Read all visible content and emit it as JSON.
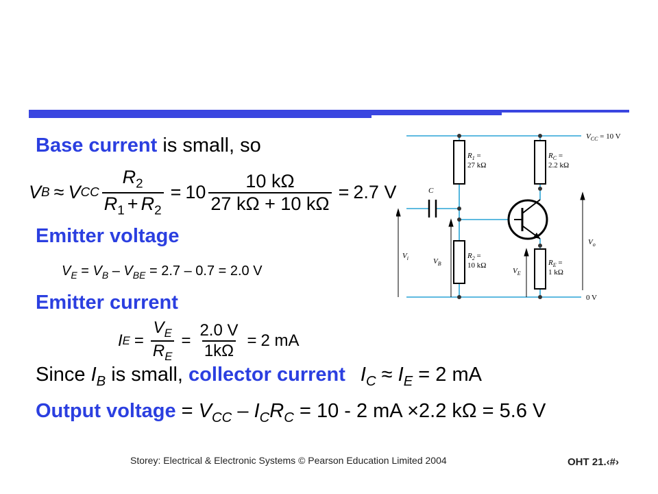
{
  "heading1": {
    "a": "Base current",
    "b": " is small, so"
  },
  "eq_vb": {
    "lhs": "V",
    "lhs_sub": "B",
    "approx": "≈",
    "vcc": "V",
    "vcc_sub": "CC",
    "r_num": "R",
    "r_num_sub": "2",
    "r_den_a": "R",
    "r_den_a_sub": "1",
    "r_den_plus": "+",
    "r_den_b": "R",
    "r_den_b_sub": "2",
    "eq1": "=",
    "ten": "10",
    "n_num": "10 kΩ",
    "n_den": "27 kΩ + 10 kΩ",
    "eq2": "=",
    "result": "2.7 V"
  },
  "heading2": "Emitter voltage",
  "ve_line": {
    "ve": "V",
    "ve_sub": "E",
    "eq": " = ",
    "vb": "V",
    "vb_sub": "B",
    "minus": " – ",
    "vbe": "V",
    "vbe_sub": "BE",
    "rest": " = 2.7 – 0.7 = 2.0 V"
  },
  "heading3": "Emitter current",
  "eq_ie": {
    "lhs": "I",
    "lhs_sub": "E",
    "eq1": "=",
    "n1": "V",
    "n1_sub": "E",
    "d1": "R",
    "d1_sub": "E",
    "eq2": "=",
    "n2": "2.0 V",
    "d2": "1kΩ",
    "eq3": "=",
    "result": "2 mA"
  },
  "since_line": {
    "a": "Since ",
    "ib": "I",
    "ib_sub": "B",
    "b": " is small, ",
    "c": "collector current",
    "ic": "I",
    "ic_sub": "C",
    "approx": " ≈ ",
    "ie": "I",
    "ie_sub": "E",
    "d": " = 2 mA"
  },
  "output_line": {
    "a": "Output voltage",
    "b": " = ",
    "vcc": "V",
    "vcc_sub": "CC",
    "minus": " – ",
    "ic": "I",
    "ic_sub": "C",
    "rc": "R",
    "rc_sub": "C",
    "c": " = 10 - 2 mA ×2.2 kΩ = 5.6 V"
  },
  "circuit": {
    "vcc_label": "V",
    "vcc_sub": "CC",
    "vcc_val": " = 10 V",
    "zero_label": "0 V",
    "r1": "R",
    "r1_sub": "1",
    "r1_eq": " =",
    "r1_val": "27 kΩ",
    "r2": "R",
    "r2_sub": "2",
    "r2_eq": " =",
    "r2_val": "10 kΩ",
    "rc": "R",
    "rc_sub": "C",
    "rc_eq": " =",
    "rc_val": "2.2 kΩ",
    "re": "R",
    "re_sub": "E",
    "re_eq": " =",
    "re_val": "1 kΩ",
    "c": "C",
    "vi": "V",
    "vi_sub": "i",
    "vb": "V",
    "vb_sub": "B",
    "ve": "V",
    "ve_sub": "E",
    "vo": "V",
    "vo_sub": "o"
  },
  "footer": {
    "text": "Storey: Electrical & Electronic Systems © Pearson Education Limited 2004",
    "oht": "OHT 21.‹#›"
  },
  "colors": {
    "accent": "#2b3fe0",
    "bar": "#3a46e0",
    "wire": "#29a3d6"
  }
}
